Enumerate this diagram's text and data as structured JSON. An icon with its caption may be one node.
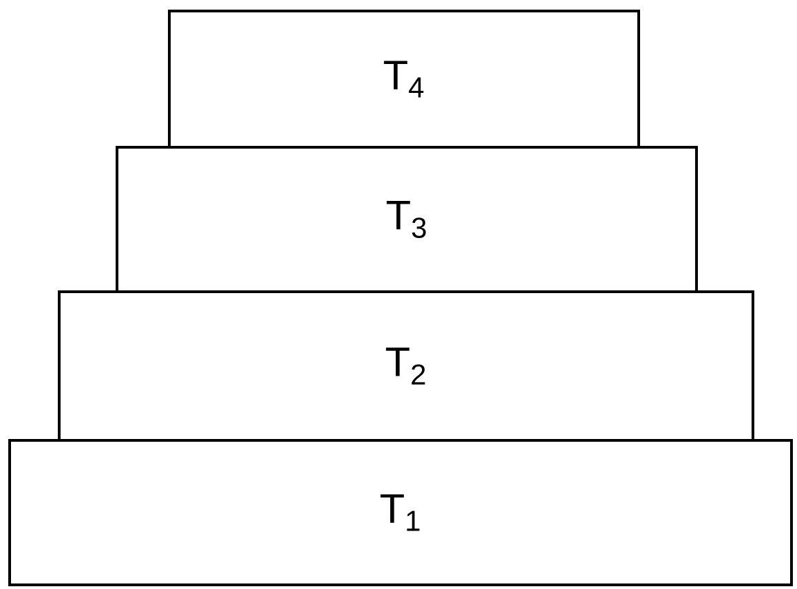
{
  "diagram": {
    "nodes": [
      {
        "text": [
          "T$_{4}$"
        ]
      },
      {
        "text": [
          "T$_{3}$"
        ]
      },
      {
        "text": [
          "T$_{2}$"
        ]
      },
      {
        "text": [
          "T$_{1}$"
        ]
      }
    ]
  }
}
